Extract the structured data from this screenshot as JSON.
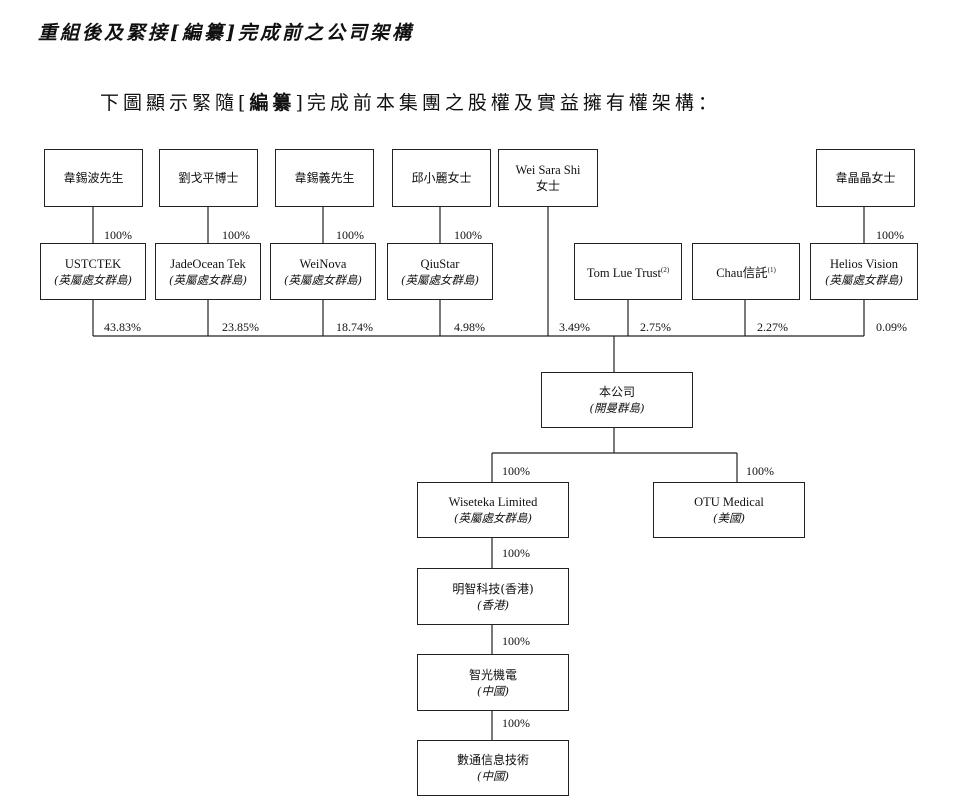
{
  "section_title": "重組後及緊接[編纂]完成前之公司架構",
  "intro": {
    "pre": "下圖顯示緊隨[",
    "bold": "編纂",
    "post": "]完成前本集團之股權及實益擁有權架構："
  },
  "shareholders": {
    "wei_xibo": "韋錫波先生",
    "liu_geping": "劉戈平博士",
    "wei_xiyi": "韋錫義先生",
    "qiu_xiaoli": "邱小麗女士",
    "wei_sara_shi": "Wei Sara Shi",
    "wei_sara_shi_title": "女士",
    "wei_jingjing": "韋晶晶女士"
  },
  "holdcos": {
    "ustctek": {
      "name": "USTCTEK",
      "place": "(英屬處女群島)"
    },
    "jadeocean": {
      "name": "JadeOcean Tek",
      "place": "(英屬處女群島)"
    },
    "weinova": {
      "name": "WeiNova",
      "place": "(英屬處女群島)"
    },
    "qiustar": {
      "name": "QiuStar",
      "place": "(英屬處女群島)"
    },
    "tomlue": {
      "name": "Tom Lue Trust",
      "note": "(2)"
    },
    "chau": {
      "name": "Chau信託",
      "note": "(1)"
    },
    "helios": {
      "name": "Helios Vision",
      "place": "(英屬處女群島)"
    }
  },
  "upper_pcts": {
    "p1": "100%",
    "p2": "100%",
    "p3": "100%",
    "p4": "100%",
    "p5": "100%"
  },
  "lower_pcts": {
    "ustctek": "43.83%",
    "jadeocean": "23.85%",
    "weinova": "18.74%",
    "qiustar": "4.98%",
    "wei_sara_shi": "3.49%",
    "tomlue": "2.75%",
    "chau": "2.27%",
    "helios": "0.09%"
  },
  "company": {
    "name": "本公司",
    "place": "(開曼群島)"
  },
  "subs": {
    "wiseteka": {
      "name": "Wiseteka Limited",
      "place": "(英屬處女群島)",
      "pct": "100%"
    },
    "otu": {
      "name": "OTU Medical",
      "place": "(美國)",
      "pct": "100%"
    },
    "mingzhi": {
      "name": "明智科技(香港)",
      "place": "(香港)",
      "pct": "100%"
    },
    "zhiguang": {
      "name": "智光機電",
      "place": "(中國)",
      "pct": "100%"
    },
    "shutong": {
      "name": "數通信息技術",
      "place": "(中國)",
      "pct": "100%"
    }
  }
}
